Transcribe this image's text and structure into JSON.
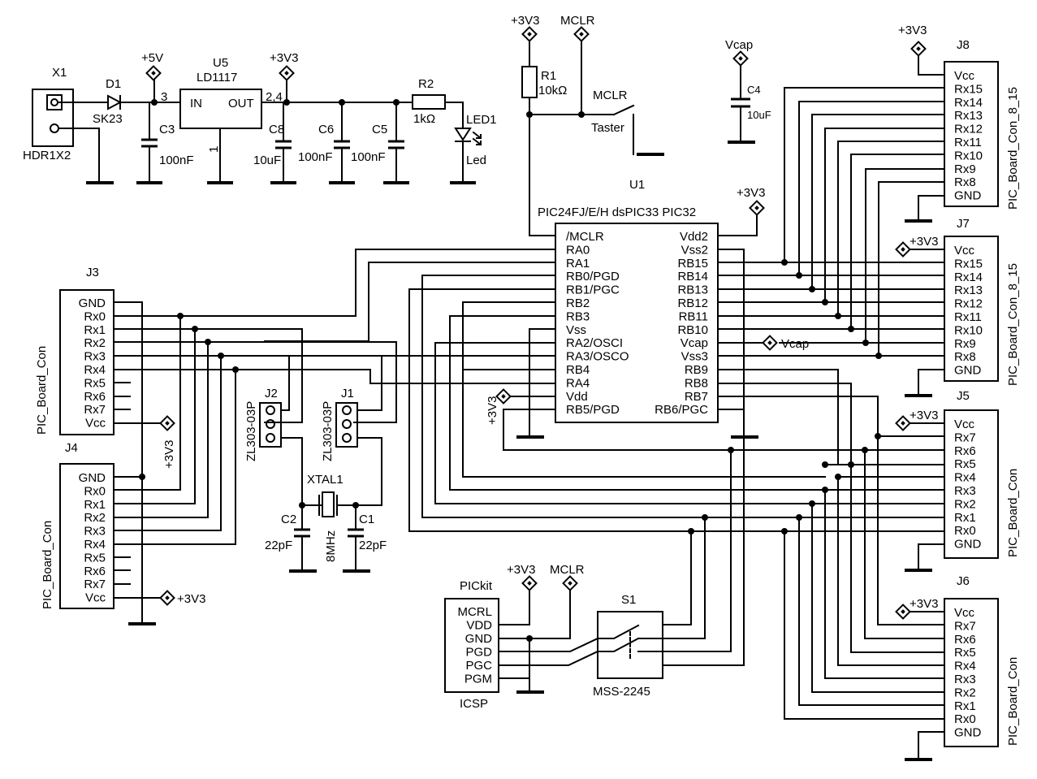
{
  "labels": {
    "x1": "X1",
    "hdr": "HDR1X2",
    "d1": "D1",
    "sk23": "SK23",
    "p5v": "+5V",
    "u5": "U5",
    "ld1117": "LD1117",
    "in": "IN",
    "out": "OUT",
    "pin3": "3",
    "pin24": "2,4",
    "pin1": "1",
    "c3": "C3",
    "c3v": "100nF",
    "p3v3a": "+3V3",
    "c8": "C8",
    "c8v": "10uF",
    "c6": "C6",
    "c6v": "100nF",
    "c5": "C5",
    "c5v": "100nF",
    "r2": "R2",
    "r2v": "1kΩ",
    "led1": "LED1",
    "led": "Led",
    "p3v3b": "+3V3",
    "mclr_top": "MCLR",
    "r1": "R1",
    "r1v": "10kΩ",
    "mclr_sw": "MCLR",
    "taster": "Taster",
    "vcap_top": "Vcap",
    "c4": "C4",
    "c4v": "10uF",
    "u1": "U1",
    "family": "PIC24FJ/E/H  dsPIC33  PIC32",
    "p3v3_u1": "+3V3",
    "vcap_r": "Vcap",
    "p3v3_vdd": "+3V3",
    "j3": "J3",
    "j4": "J4",
    "pbc_j3": "PIC_Board_Con",
    "pbc_j4": "PIC_Board_Con",
    "p3v3_j3": "+3V3",
    "p3v3_j4": "+3V3",
    "j2": "J2",
    "j1": "J1",
    "zl_j2": "ZL303-03P",
    "zl_j1": "ZL303-03P",
    "xtal": "XTAL1",
    "xtalv": "8MHz",
    "c2": "C2",
    "c2v": "22pF",
    "c1": "C1",
    "c1v": "22pF",
    "pickit": "PICkit",
    "icsp": "ICSP",
    "p3v3_icsp": "+3V3",
    "mclr_icsp": "MCLR",
    "s1": "S1",
    "mss": "MSS-2245",
    "j8": "J8",
    "j7": "J7",
    "j5": "J5",
    "j6": "J6",
    "pbc_j8": "PIC_Board_Con_8_15",
    "pbc_j7": "PIC_Board_Con_8_15",
    "pbc_j5": "PIC_Board_Con",
    "pbc_j6": "PIC_Board_Con",
    "p3v3_j8": "+3V3",
    "p3v3_j7": "+3V3",
    "p3v3_j5": "+3V3",
    "p3v3_j6": "+3V3"
  },
  "u1_left_pins": [
    "/MCLR",
    "RA0",
    "RA1",
    "RB0/PGD",
    "RB1/PGC",
    "RB2",
    "RB3",
    "Vss",
    "RA2/OSCI",
    "RA3/OSCO",
    "RB4",
    "RA4",
    "Vdd",
    "RB5/PGD"
  ],
  "u1_right_pins": [
    "Vdd2",
    "Vss2",
    "RB15",
    "RB14",
    "RB13",
    "RB12",
    "RB11",
    "RB10",
    "Vcap",
    "Vss3",
    "RB9",
    "RB8",
    "RB7",
    "RB6/PGC"
  ],
  "conn_left_pins": [
    "GND",
    "Rx0",
    "Rx1",
    "Rx2",
    "Rx3",
    "Rx4",
    "Rx5",
    "Rx6",
    "Rx7",
    "Vcc"
  ],
  "conn_right_8_15": [
    "Vcc",
    "Rx15",
    "Rx14",
    "Rx13",
    "Rx12",
    "Rx11",
    "Rx10",
    "Rx9",
    "Rx8",
    "GND"
  ],
  "conn_right_0_7": [
    "Vcc",
    "Rx7",
    "Rx6",
    "Rx5",
    "Rx4",
    "Rx3",
    "Rx2",
    "Rx1",
    "Rx0",
    "GND"
  ],
  "icsp_pins": [
    "MCRL",
    "VDD",
    "GND",
    "PGD",
    "PGC",
    "PGM"
  ]
}
